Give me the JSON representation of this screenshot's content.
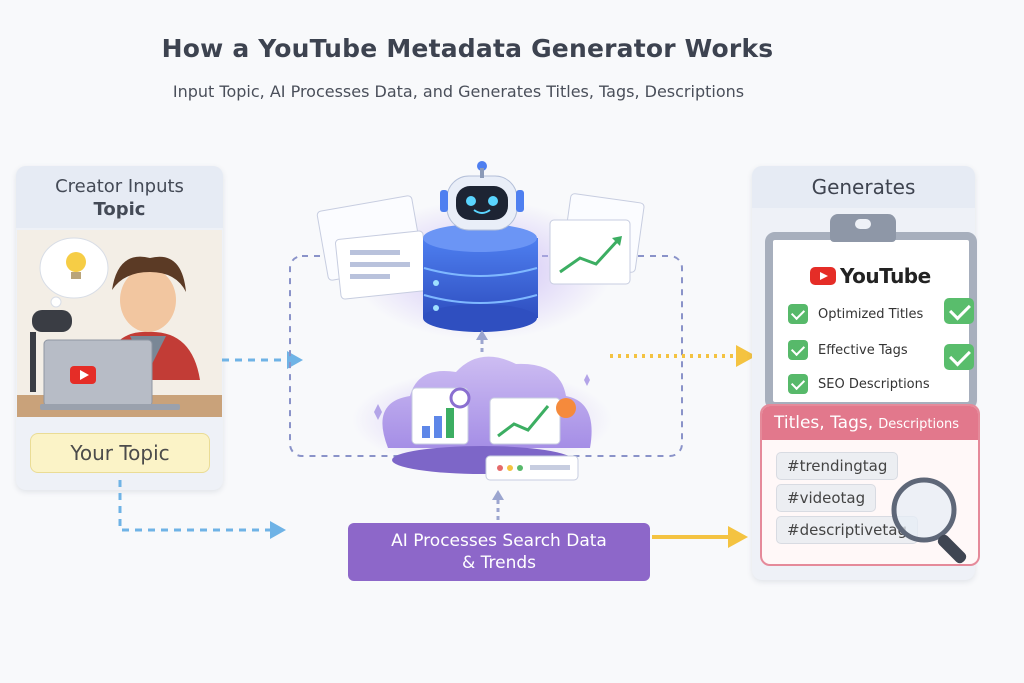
{
  "header": {
    "title": "How a YouTube Metadata Generator Works",
    "subtitle": "Input Topic, AI Processes Data, and Generates Titles, Tags, Descriptions"
  },
  "input_panel": {
    "heading_line1": "Creator Inputs",
    "heading_line2": "Topic",
    "topic_label": "Your Topic"
  },
  "process": {
    "label_line1": "AI Processes Search Data",
    "label_line2": "& Trends"
  },
  "output_panel": {
    "heading": "Generates",
    "brand": "YouTube",
    "checklist": [
      "Optimized Titles",
      "Effective Tags",
      "SEO Descriptions"
    ],
    "card_heading_big": "Titles, Tags,",
    "card_heading_small": "Descriptions",
    "tags": [
      "#trendingtag",
      "#videotag",
      "#descriptivetag"
    ]
  },
  "colors": {
    "ai_box": "#8d67c9",
    "card_header": "#e2788c",
    "check_green": "#57b96a",
    "arrow_blue": "#6fb3e6",
    "arrow_yellow": "#f4c341",
    "dashed_frame": "#8a93c9"
  }
}
